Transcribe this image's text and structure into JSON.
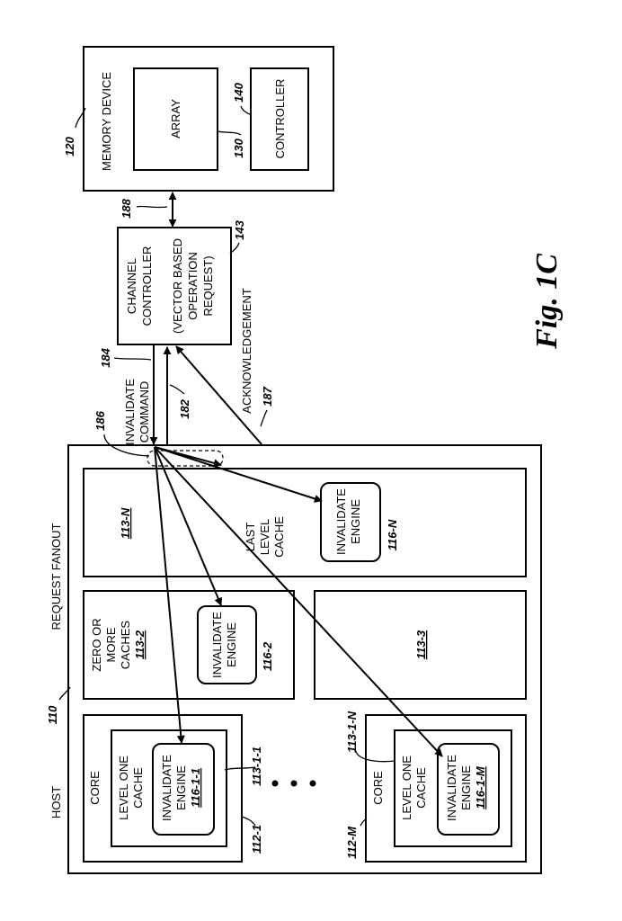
{
  "figure_label": "Fig. 1C",
  "memory_device": {
    "title": "MEMORY DEVICE",
    "ref": "120",
    "array_label": "ARRAY",
    "array_ref": "130",
    "controller_label": "CONTROLLER",
    "controller_ref": "140"
  },
  "channel_controller": {
    "line1": "CHANNEL",
    "line2": "CONTROLLER",
    "line3": "(VECTOR BASED",
    "line4": "OPERATION",
    "line5": "REQUEST)",
    "ref": "143"
  },
  "links": {
    "memory_link_ref": "188",
    "invalidate_line1": "INVALIDATE",
    "invalidate_line2": "COMMAND",
    "invalidate_ref": "184",
    "return_ref": "182",
    "ack_label": "ACKNOWLEDGEMENT",
    "ack_ref": "187",
    "fanout_point_ref": "186"
  },
  "host": {
    "title": "HOST",
    "ref": "110",
    "request_fanout": "REQUEST FANOUT",
    "last_level": {
      "ref": "113-N",
      "line1": "LAST",
      "line2": "LEVEL",
      "line3": "CACHE",
      "engine_line1": "INVALIDATE",
      "engine_line2": "ENGINE",
      "engine_ref": "116-N"
    },
    "mid_cache": {
      "line1": "ZERO OR",
      "line2": "MORE",
      "line3": "CACHES",
      "ref": "113-2",
      "engine_line1": "INVALIDATE",
      "engine_line2": "ENGINE",
      "engine_ref": "116-2"
    },
    "cache_3": {
      "ref": "113-3"
    },
    "core_1": {
      "title": "CORE",
      "ref": "112-1",
      "l1_line1": "LEVEL ONE",
      "l1_line2": "CACHE",
      "l1_ref": "113-1-1",
      "engine_line1": "INVALIDATE",
      "engine_line2": "ENGINE",
      "engine_ref": "116-1-1"
    },
    "core_m": {
      "title": "CORE",
      "ref": "112-M",
      "l1_line1": "LEVEL ONE",
      "l1_line2": "CACHE",
      "l1_ref": "113-1-N",
      "engine_line1": "INVALIDATE",
      "engine_line2": "ENGINE",
      "engine_ref": "116-1-M"
    }
  }
}
